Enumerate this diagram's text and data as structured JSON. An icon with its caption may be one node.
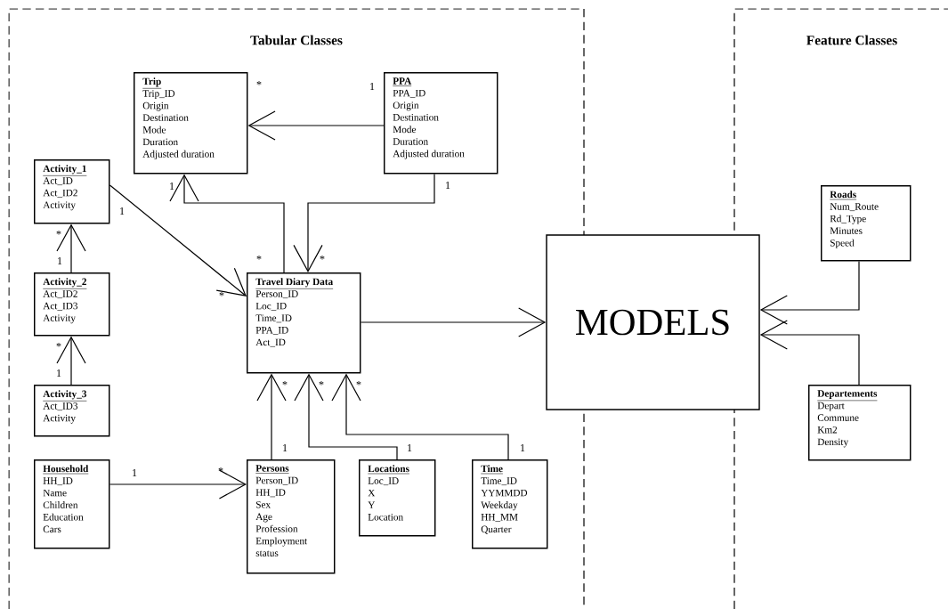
{
  "diagram": {
    "nodes": [
      {
        "text": [
          "Tabular Classes"
        ]
      },
      {
        "text": [
          "Feature Classes"
        ]
      },
      {
        "text": [
          "Trip",
          "Trip_ID",
          "Origin",
          "Destination",
          "Mode",
          "Duration",
          "Adjusted duration"
        ],
        "in": 0
      },
      {
        "text": [
          "PPA",
          "PPA_ID",
          "Origin",
          "Destination",
          "Mode",
          "Duration",
          "Adjusted duration"
        ],
        "in": 0
      },
      {
        "text": [
          "Activity_1",
          "Act_ID",
          "Act_ID2",
          "Activity"
        ],
        "in": 0
      },
      {
        "text": [
          "Travel Diary Data",
          "Person_ID",
          "Loc_ID",
          "Time_ID",
          "PPA_ID",
          "Act_ID"
        ],
        "in": 0
      },
      {
        "text": [
          "Activity_2",
          "Act_ID2",
          "Act_ID3",
          "Activity"
        ],
        "in": 0
      },
      {
        "text": [
          "Activity_3",
          "Act_ID3",
          "Activity"
        ],
        "in": 0
      },
      {
        "text": [
          "Household",
          "HH_ID",
          "Name",
          "Children",
          "Education",
          "Cars"
        ],
        "in": 0
      },
      {
        "text": [
          "Persons",
          "Person_ID",
          "HH_ID",
          "Sex",
          "Age",
          "Profession",
          "Employment status"
        ],
        "in": 0
      },
      {
        "text": [
          "Locations",
          "Loc_ID",
          "X",
          "Y",
          "Location"
        ],
        "in": 0
      },
      {
        "text": [
          "Time",
          "Time_ID",
          "YYMMDD",
          "Weekday",
          "HH_MM",
          "Quarter"
        ],
        "in": 0
      },
      {
        "text": [
          "MODELS"
        ]
      },
      {
        "text": [
          "Roads",
          "Num_Route",
          "Rd_Type",
          "Minutes",
          "Speed"
        ],
        "in": 1
      },
      {
        "text": [
          "Departements",
          "Depart",
          "Commune",
          "Km2",
          "Density"
        ],
        "in": 1
      }
    ],
    "edges": [
      {
        "from": 3,
        "to": 2,
        "arrow": "to"
      },
      {
        "from": 5,
        "to": 2,
        "arrow": "to"
      },
      {
        "from": 3,
        "to": 5,
        "arrow": "to"
      },
      {
        "from": 4,
        "to": 5,
        "arrow": "to"
      },
      {
        "from": 6,
        "to": 4,
        "arrow": "to"
      },
      {
        "from": 7,
        "to": 6,
        "arrow": "to"
      },
      {
        "from": 8,
        "to": 9,
        "arrow": "to"
      },
      {
        "from": 9,
        "to": 5,
        "arrow": "to"
      },
      {
        "from": 10,
        "to": 5,
        "arrow": "to"
      },
      {
        "from": 11,
        "to": 5,
        "arrow": "to"
      },
      {
        "from": 5,
        "to": 12,
        "arrow": "to"
      },
      {
        "from": 13,
        "to": 12,
        "arrow": "to"
      },
      {
        "from": 14,
        "to": 12,
        "arrow": "to"
      }
    ],
    "labels": [
      "*",
      "1",
      "1",
      "1",
      "1",
      "*",
      "*",
      "*",
      "1",
      "*",
      "*",
      "1",
      "*",
      "*",
      "*",
      "1",
      "1",
      "1",
      "1",
      "*"
    ]
  }
}
